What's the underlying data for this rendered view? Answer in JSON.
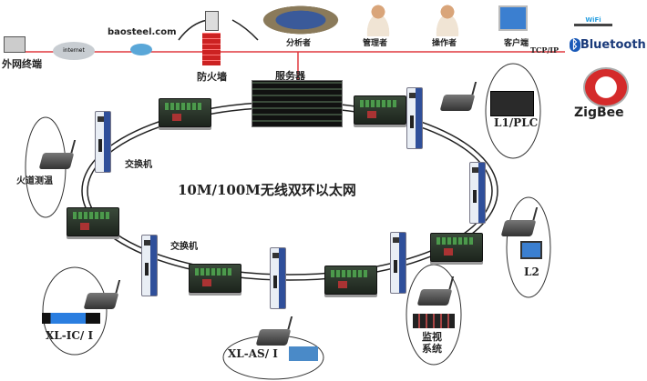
{
  "top_network": {
    "external_terminal": "外网终端",
    "internet": "internet",
    "domain": "baosteel.com",
    "firewall": "防火墙",
    "server": "服务器",
    "analyst": "分析者",
    "manager": "管理者",
    "operator": "操作者",
    "client": "客户端",
    "protocol": "TCP/IP"
  },
  "wireless": {
    "wifi": "WiFi",
    "bluetooth": "Bluetooth",
    "zigbee": "ZigBee"
  },
  "ring": {
    "title": "10M/100M无线双环以太网",
    "switch_label_1": "交换机",
    "switch_label_2": "交换机"
  },
  "nodes": {
    "l1_plc": "L1/PLC",
    "flue_temp": "火道测温",
    "l2": "L2",
    "xl_ic": "XL-IC/ Ⅰ",
    "xl_as": "XL-AS/ Ⅰ",
    "monitor": "监视系统"
  },
  "colors": {
    "lan_line": "#e0383e",
    "switch_blue": "#2f4f9a",
    "ring_line": "#222222"
  }
}
